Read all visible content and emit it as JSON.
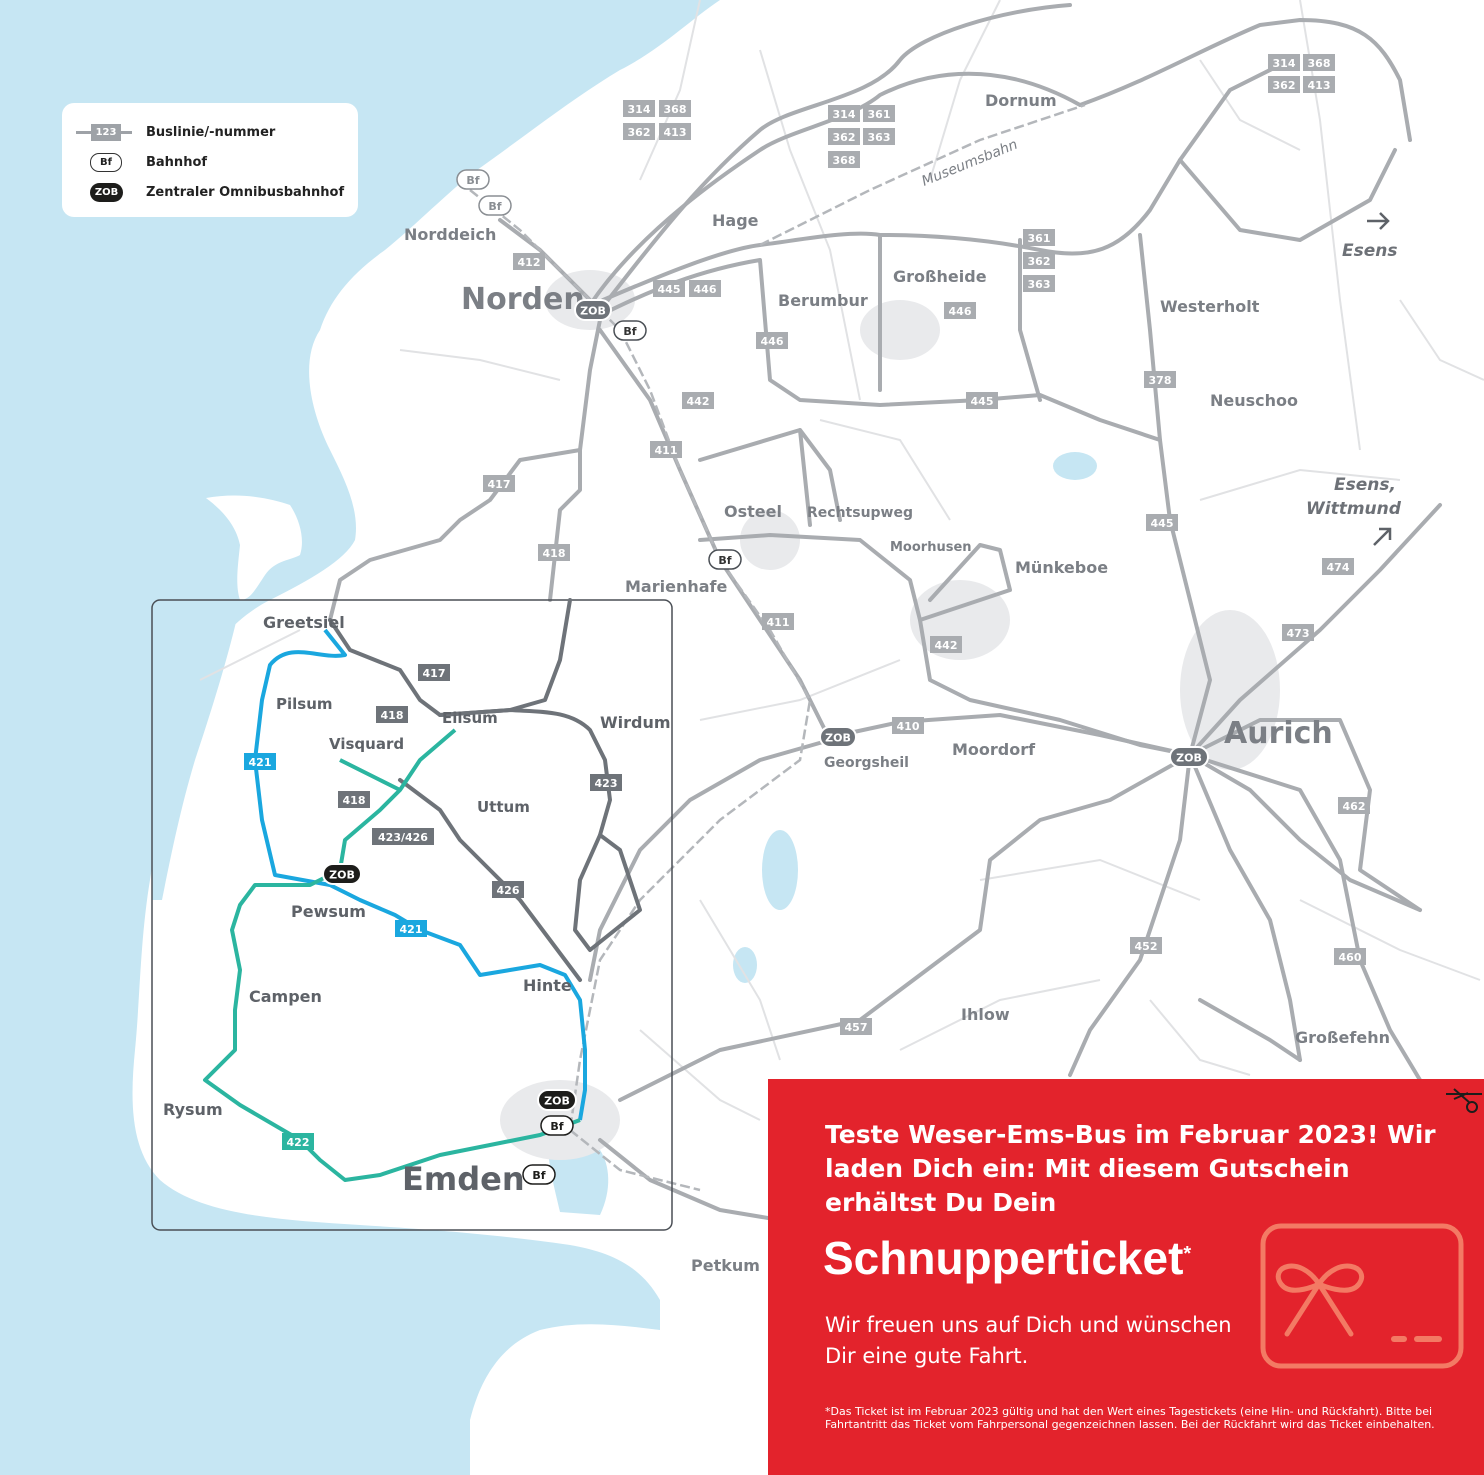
{
  "legend": {
    "items": [
      {
        "symbol": "123",
        "label": "Buslinie/-nummer"
      },
      {
        "symbol": "Bf",
        "label": "Bahnhof"
      },
      {
        "symbol": "ZOB",
        "label": "Zentraler Omnibusbahnhof"
      }
    ]
  },
  "places": {
    "dornum": "Dornum",
    "norddeich": "Norddeich",
    "hage": "Hage",
    "norden": "Norden",
    "berumbur": "Berumbur",
    "grossheide": "Großheide",
    "westerholt": "Westerholt",
    "neuschoo": "Neuschoo",
    "esens": "Esens",
    "esens_wittmund_1": "Esens,",
    "esens_wittmund_2": "Wittmund",
    "osteel": "Osteel",
    "rechtsupweg": "Rechtsupweg",
    "moorhusen": "Moorhusen",
    "muenkeboe": "Münkeboe",
    "marienhafe": "Marienhafe",
    "greetsiel": "Greetsiel",
    "pilsum": "Pilsum",
    "eilsum": "Eilsum",
    "wirdum": "Wirdum",
    "visquard": "Visquard",
    "uttum": "Uttum",
    "pewsum": "Pewsum",
    "campen": "Campen",
    "hinte": "Hinte",
    "rysum": "Rysum",
    "emden": "Emden",
    "petkum": "Petkum",
    "georgsheil": "Georgsheil",
    "moordorf": "Moordorf",
    "aurich": "Aurich",
    "ihlow": "Ihlow",
    "grossefehn": "Großefehn",
    "museumsbahn": "Museumsbahn"
  },
  "bus_lines": {
    "top_right": [
      "314",
      "368",
      "362",
      "413"
    ],
    "norden_north": [
      "314",
      "368",
      "362",
      "413"
    ],
    "dornum_west": [
      "314",
      "361",
      "362",
      "363",
      "368"
    ],
    "grossheide_north": [
      "361",
      "362",
      "363"
    ],
    "l412": "412",
    "l445a": "445",
    "l446a": "446",
    "l446b": "446",
    "l446c": "446",
    "l378": "378",
    "l442a": "442",
    "l445b": "445",
    "l411a": "411",
    "l417a": "417",
    "l418a": "418",
    "l445c": "445",
    "l474": "474",
    "l411b": "411",
    "l473": "473",
    "l442b": "442",
    "l417b": "417",
    "l418b": "418",
    "l421a": "421",
    "l418c": "418",
    "l423": "423",
    "l423_426": "423/426",
    "l426": "426",
    "l421b": "421",
    "l410": "410",
    "l462": "462",
    "l452": "452",
    "l460": "460",
    "l457": "457",
    "l422": "422"
  },
  "stations": {
    "bf": "Bf",
    "zob": "ZOB"
  },
  "coupon": {
    "headline": "Teste Weser-Ems-Bus im Februar 2023! Wir laden Dich ein: Mit diesem Gutschein erhältst Du Dein",
    "ticket": "Schnupperticket",
    "ticket_mark": "*",
    "greeting": "Wir freuen uns auf Dich und wünschen Dir eine gute Fahrt.",
    "fine_print": "*Das Ticket ist im Februar 2023 gültig und hat den Wert eines Tagestickets (eine Hin- und Rückfahrt). Bitte bei Fahrtantritt das Ticket vom Fahrpersonal gegenzeichnen lassen. Bei der Rückfahrt wird das Ticket einbehalten."
  },
  "colors": {
    "water": "#c6e6f3",
    "land": "#ffffff",
    "route_grey": "#a9acb0",
    "route_dark": "#6e7379",
    "route_blue": "#1aa7df",
    "route_teal": "#2bb5a0",
    "coupon_red": "#e3232c"
  },
  "icons": {
    "gift": "gift-card-icon",
    "scissors": "scissors-icon",
    "arrow_east": "arrow-right-icon",
    "arrow_northeast": "arrow-up-right-icon"
  }
}
